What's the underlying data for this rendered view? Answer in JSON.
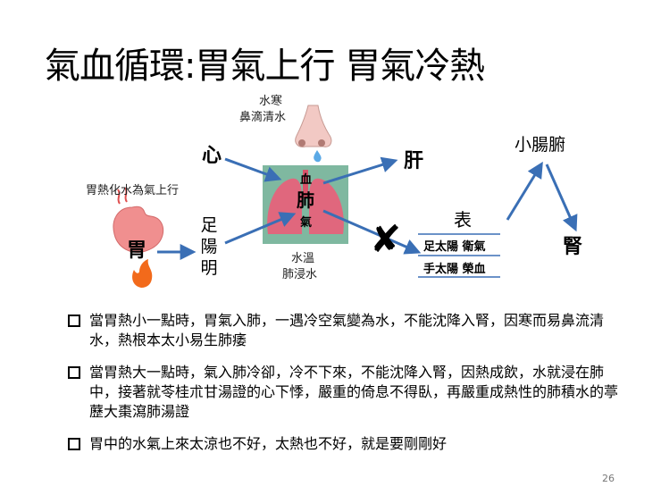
{
  "slide": {
    "title": "氣血循環:胃氣上行 胃氣冷熱",
    "page_number": "26"
  },
  "diagram": {
    "nose_caption_1": "水寒",
    "nose_caption_2": "鼻滴清水",
    "heart": "心",
    "liver": "肝",
    "small_intestine": "小腸腑",
    "stomach_heat": "胃熱化水為氣上行",
    "stomach": "胃",
    "foot_yangming": "足陽明",
    "lung_blood": "血",
    "lung": "肺",
    "lung_qi": "氣",
    "water_warm": "水溫",
    "lung_soak": "肺浸水",
    "surface": "表",
    "taiyang_foot": "足太陽 衛氣",
    "taiyang_hand": "手太陽 榮血",
    "kidney": "腎",
    "block_mark": "✘",
    "colors": {
      "arrow": "#3a6fb5",
      "lung_bg": "#7fb8a0",
      "lung_fill": "#e0677d",
      "separator": "#3a6fb5"
    }
  },
  "bullets": [
    "當胃熱小一點時，胃氣入肺，一遇冷空氣變為水，不能沈降入腎，因寒而易鼻流清水，熱根本太小易生肺痿",
    "當胃熱大一點時，氣入肺冷卻，冷不下來，不能沈降入腎，因熱成飲，水就浸在肺中，接著就苓桂朮甘湯證的心下悸，嚴重的倚息不得臥，再嚴重成熱性的肺積水的葶藶大棗瀉肺湯證",
    "胃中的水氣上來太涼也不好，太熱也不好，就是要剛剛好"
  ]
}
